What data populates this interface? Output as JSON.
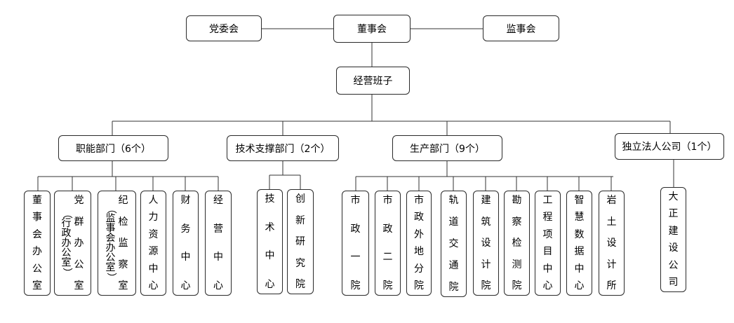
{
  "top": {
    "party": "党委会",
    "board": "董事会",
    "supervisory": "监事会",
    "management": "经营班子"
  },
  "divisions": [
    {
      "label": "职能部门（6个）",
      "units": [
        {
          "label": "董事会办公室"
        },
        {
          "label": "党群办公室",
          "sub": "（行政办公室）"
        },
        {
          "label": "纪检监察室",
          "sub": "（监事会办公室）"
        },
        {
          "label": "人力资源中心"
        },
        {
          "label": "财务中心"
        },
        {
          "label": "经营中心"
        }
      ]
    },
    {
      "label": "技术支撑部门（2个）",
      "units": [
        {
          "label": "技术中心"
        },
        {
          "label": "创新研究院"
        }
      ]
    },
    {
      "label": "生产部门（9个）",
      "units": [
        {
          "label": "市政一院"
        },
        {
          "label": "市政二院"
        },
        {
          "label": "市政外地分院"
        },
        {
          "label": "轨道交通院"
        },
        {
          "label": "建筑设计院"
        },
        {
          "label": "勘察检测院"
        },
        {
          "label": "工程项目中心"
        },
        {
          "label": "智慧数据中心"
        },
        {
          "label": "岩土设计所"
        }
      ]
    },
    {
      "label": "独立法人公司（1个）",
      "units": [
        {
          "label": "大正建设公司"
        }
      ]
    }
  ]
}
